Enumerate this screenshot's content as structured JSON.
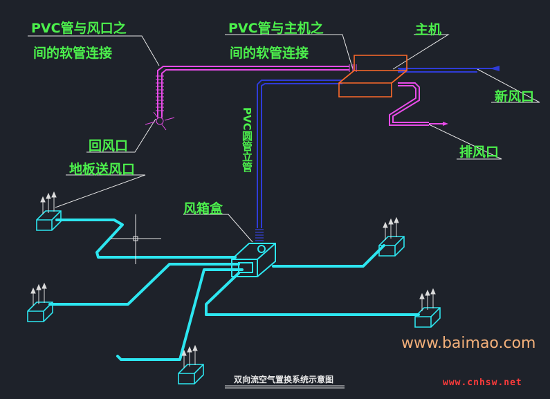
{
  "labels": {
    "pvc_to_vent_l1": "PVC管与风口之",
    "pvc_to_vent_l2": "间的软管连接",
    "pvc_to_host_l1": "PVC管与主机之",
    "pvc_to_host_l2": "间的软管连接",
    "host": "主机",
    "fresh_air_inlet": "新风口",
    "exhaust_outlet": "排风口",
    "return_vent": "回风口",
    "floor_supply_vent": "地板送风口",
    "pvc_riser": "PVC圆管立管",
    "air_box": "风箱盒"
  },
  "title": "双向流空气置换系统示意图",
  "watermarks": {
    "baimao": "www.baimao.com",
    "cnhsw": "www.cnhsw.net"
  },
  "colors": {
    "background": "#1e222a",
    "label_text": "#4cf04c",
    "supply_duct": "#2de6f0",
    "return_duct": "#e84ce8",
    "fresh_duct": "#2f3cd8",
    "host_box": "#ff6a2a",
    "leader_line": "#ffffff"
  }
}
